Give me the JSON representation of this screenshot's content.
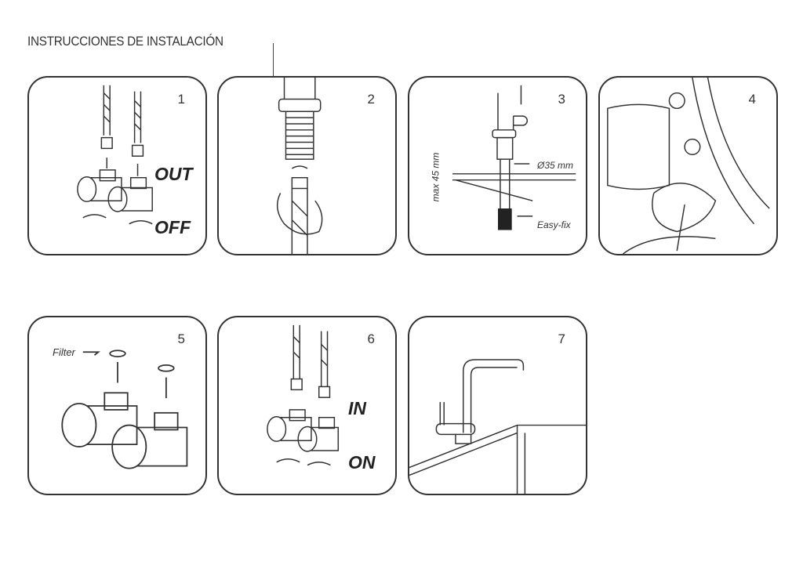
{
  "document": {
    "title": "INSTRUCCIONES DE INSTALACIÓN"
  },
  "steps": [
    {
      "number": "1",
      "labels": {
        "out": "OUT",
        "off": "OFF"
      }
    },
    {
      "number": "2"
    },
    {
      "number": "3",
      "labels": {
        "diameter": "Ø35 mm",
        "easyfix": "Easy-fix",
        "max": "max 45 mm"
      }
    },
    {
      "number": "4"
    },
    {
      "number": "5",
      "labels": {
        "filter": "Filter"
      }
    },
    {
      "number": "6",
      "labels": {
        "in": "IN",
        "on": "ON"
      }
    },
    {
      "number": "7"
    }
  ]
}
